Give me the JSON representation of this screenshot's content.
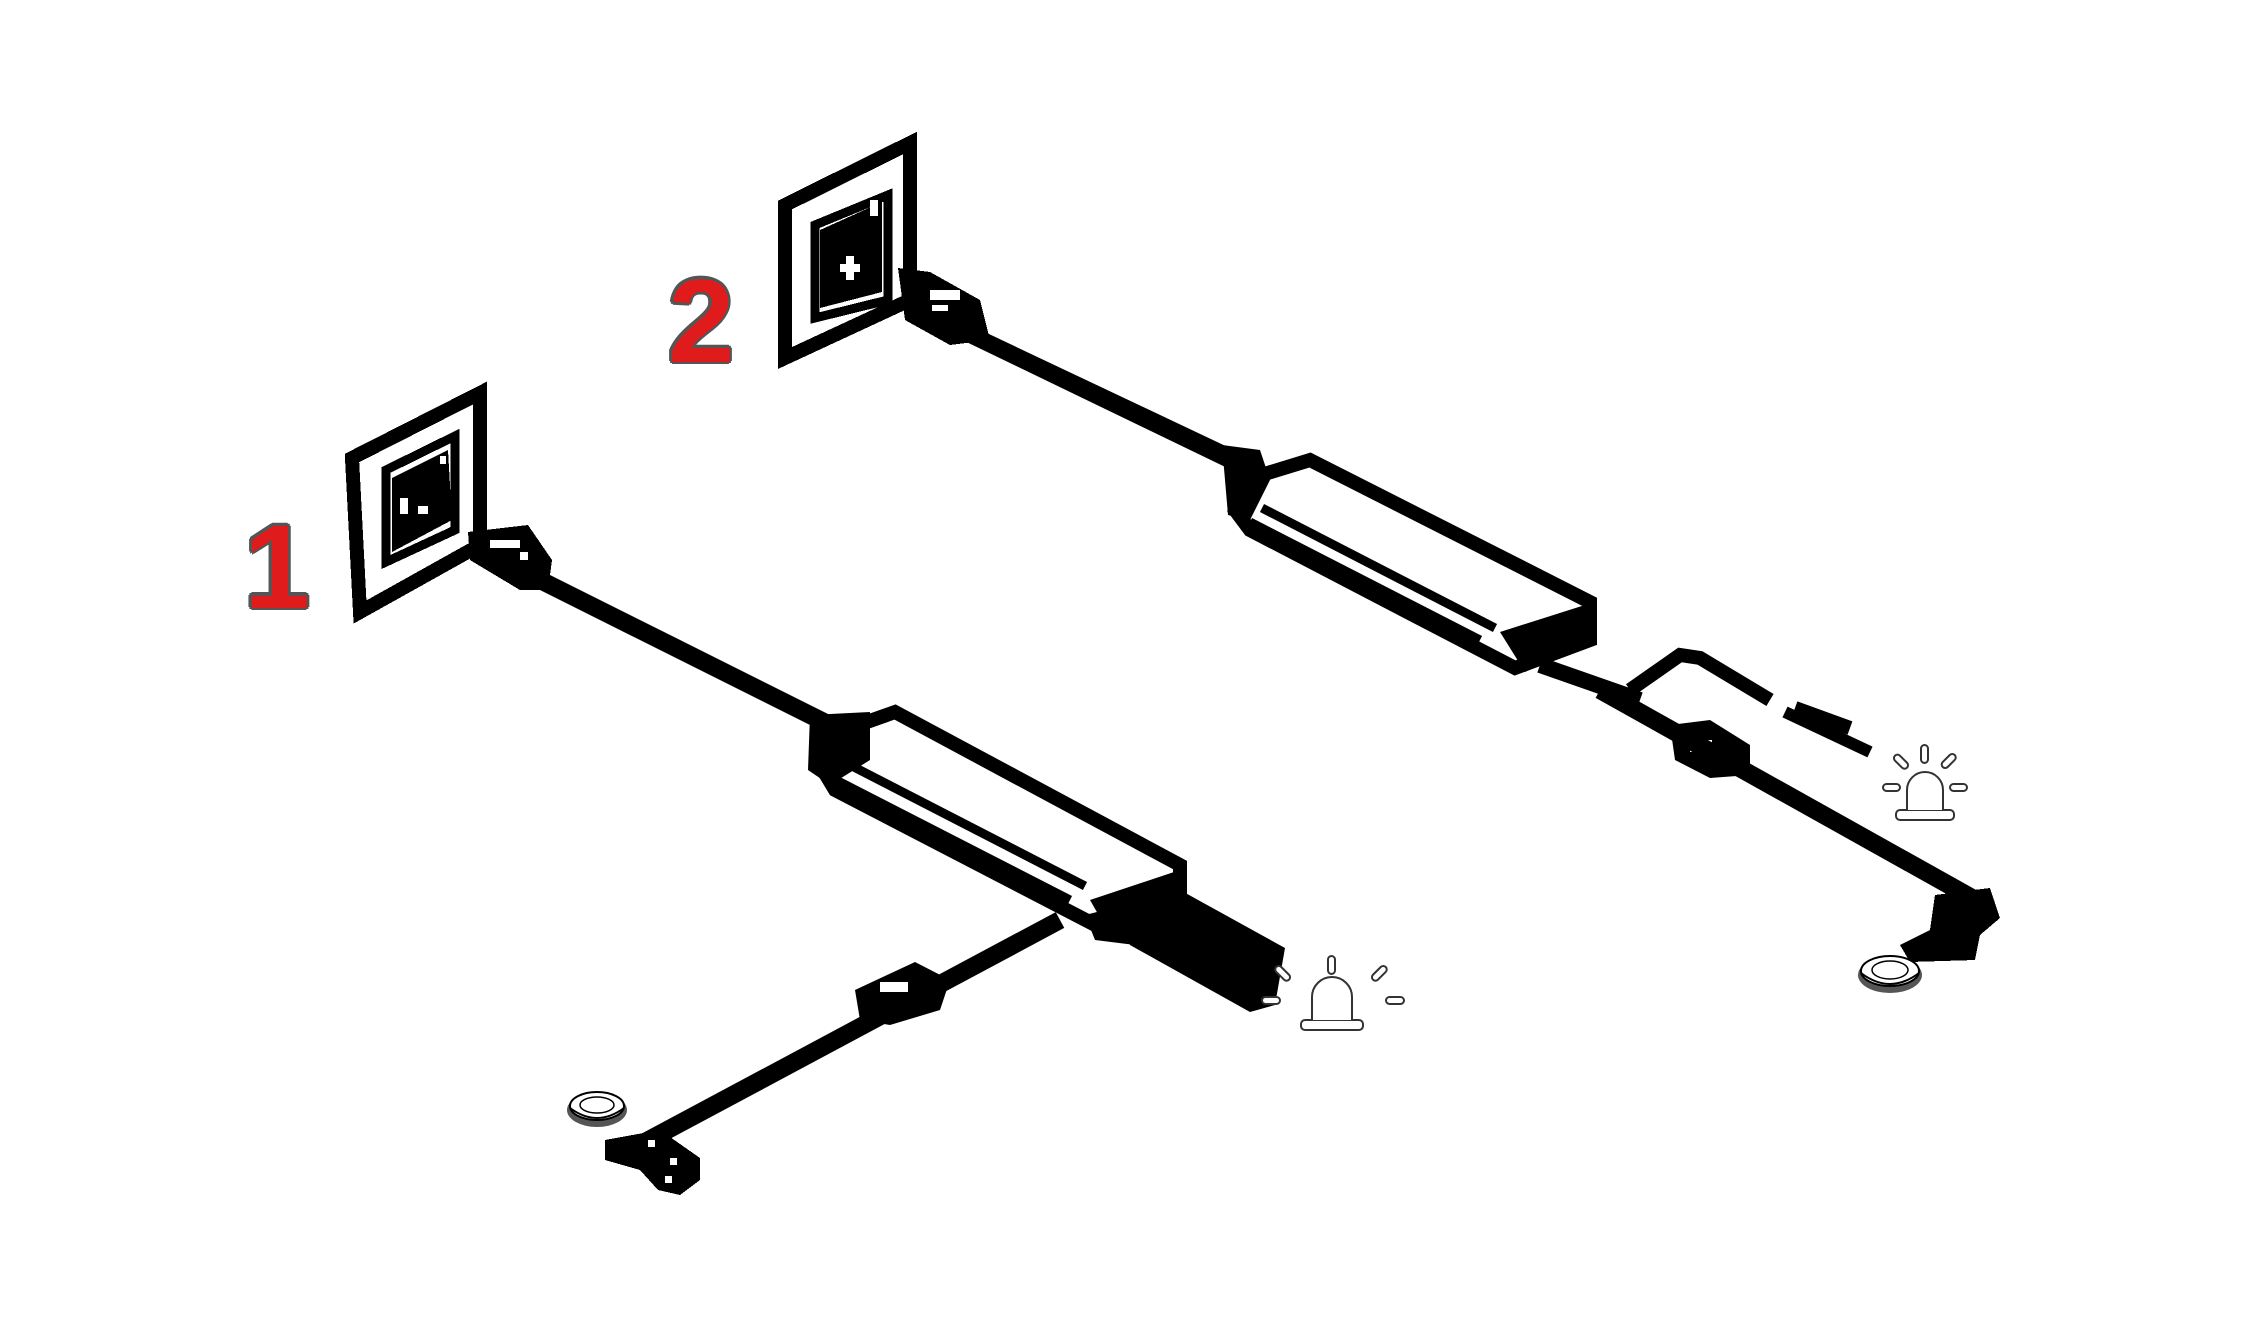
{
  "diagram": {
    "type": "installation-variants",
    "background": "#ffffff",
    "accent_color": "#e01b1b",
    "line_color": "#000000",
    "variants": [
      {
        "label": "1",
        "components": [
          "wall-socket",
          "power-plug",
          "cable",
          "power-adapter-box",
          "coiled-cable",
          "siren-icon",
          "cable-connector",
          "washer-ring"
        ]
      },
      {
        "label": "2",
        "components": [
          "wall-socket",
          "power-plug",
          "cable",
          "power-adapter-box",
          "split-cable",
          "siren-icon",
          "cable-connector",
          "washer-ring"
        ]
      }
    ]
  }
}
